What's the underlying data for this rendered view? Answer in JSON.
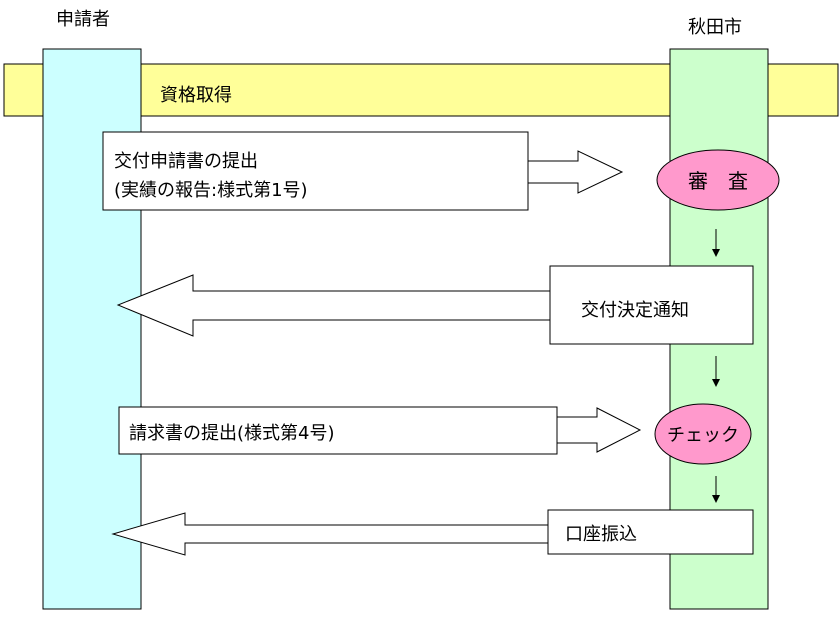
{
  "lanes": {
    "applicant": "申請者",
    "city": "秋田市"
  },
  "band": {
    "label": "資格取得"
  },
  "steps": {
    "application": {
      "line1": "交付申請書の提出",
      "line2": "(実績の報告:様式第1号)"
    },
    "review": "審　査",
    "decision": "交付決定通知",
    "claim": "請求書の提出(様式第4号)",
    "check": "チェック",
    "transfer": "口座振込"
  },
  "colors": {
    "applicant_lane": "#ccffff",
    "city_lane": "#ccffcc",
    "band": "#ffff99",
    "ellipse": "#ff99cc"
  }
}
